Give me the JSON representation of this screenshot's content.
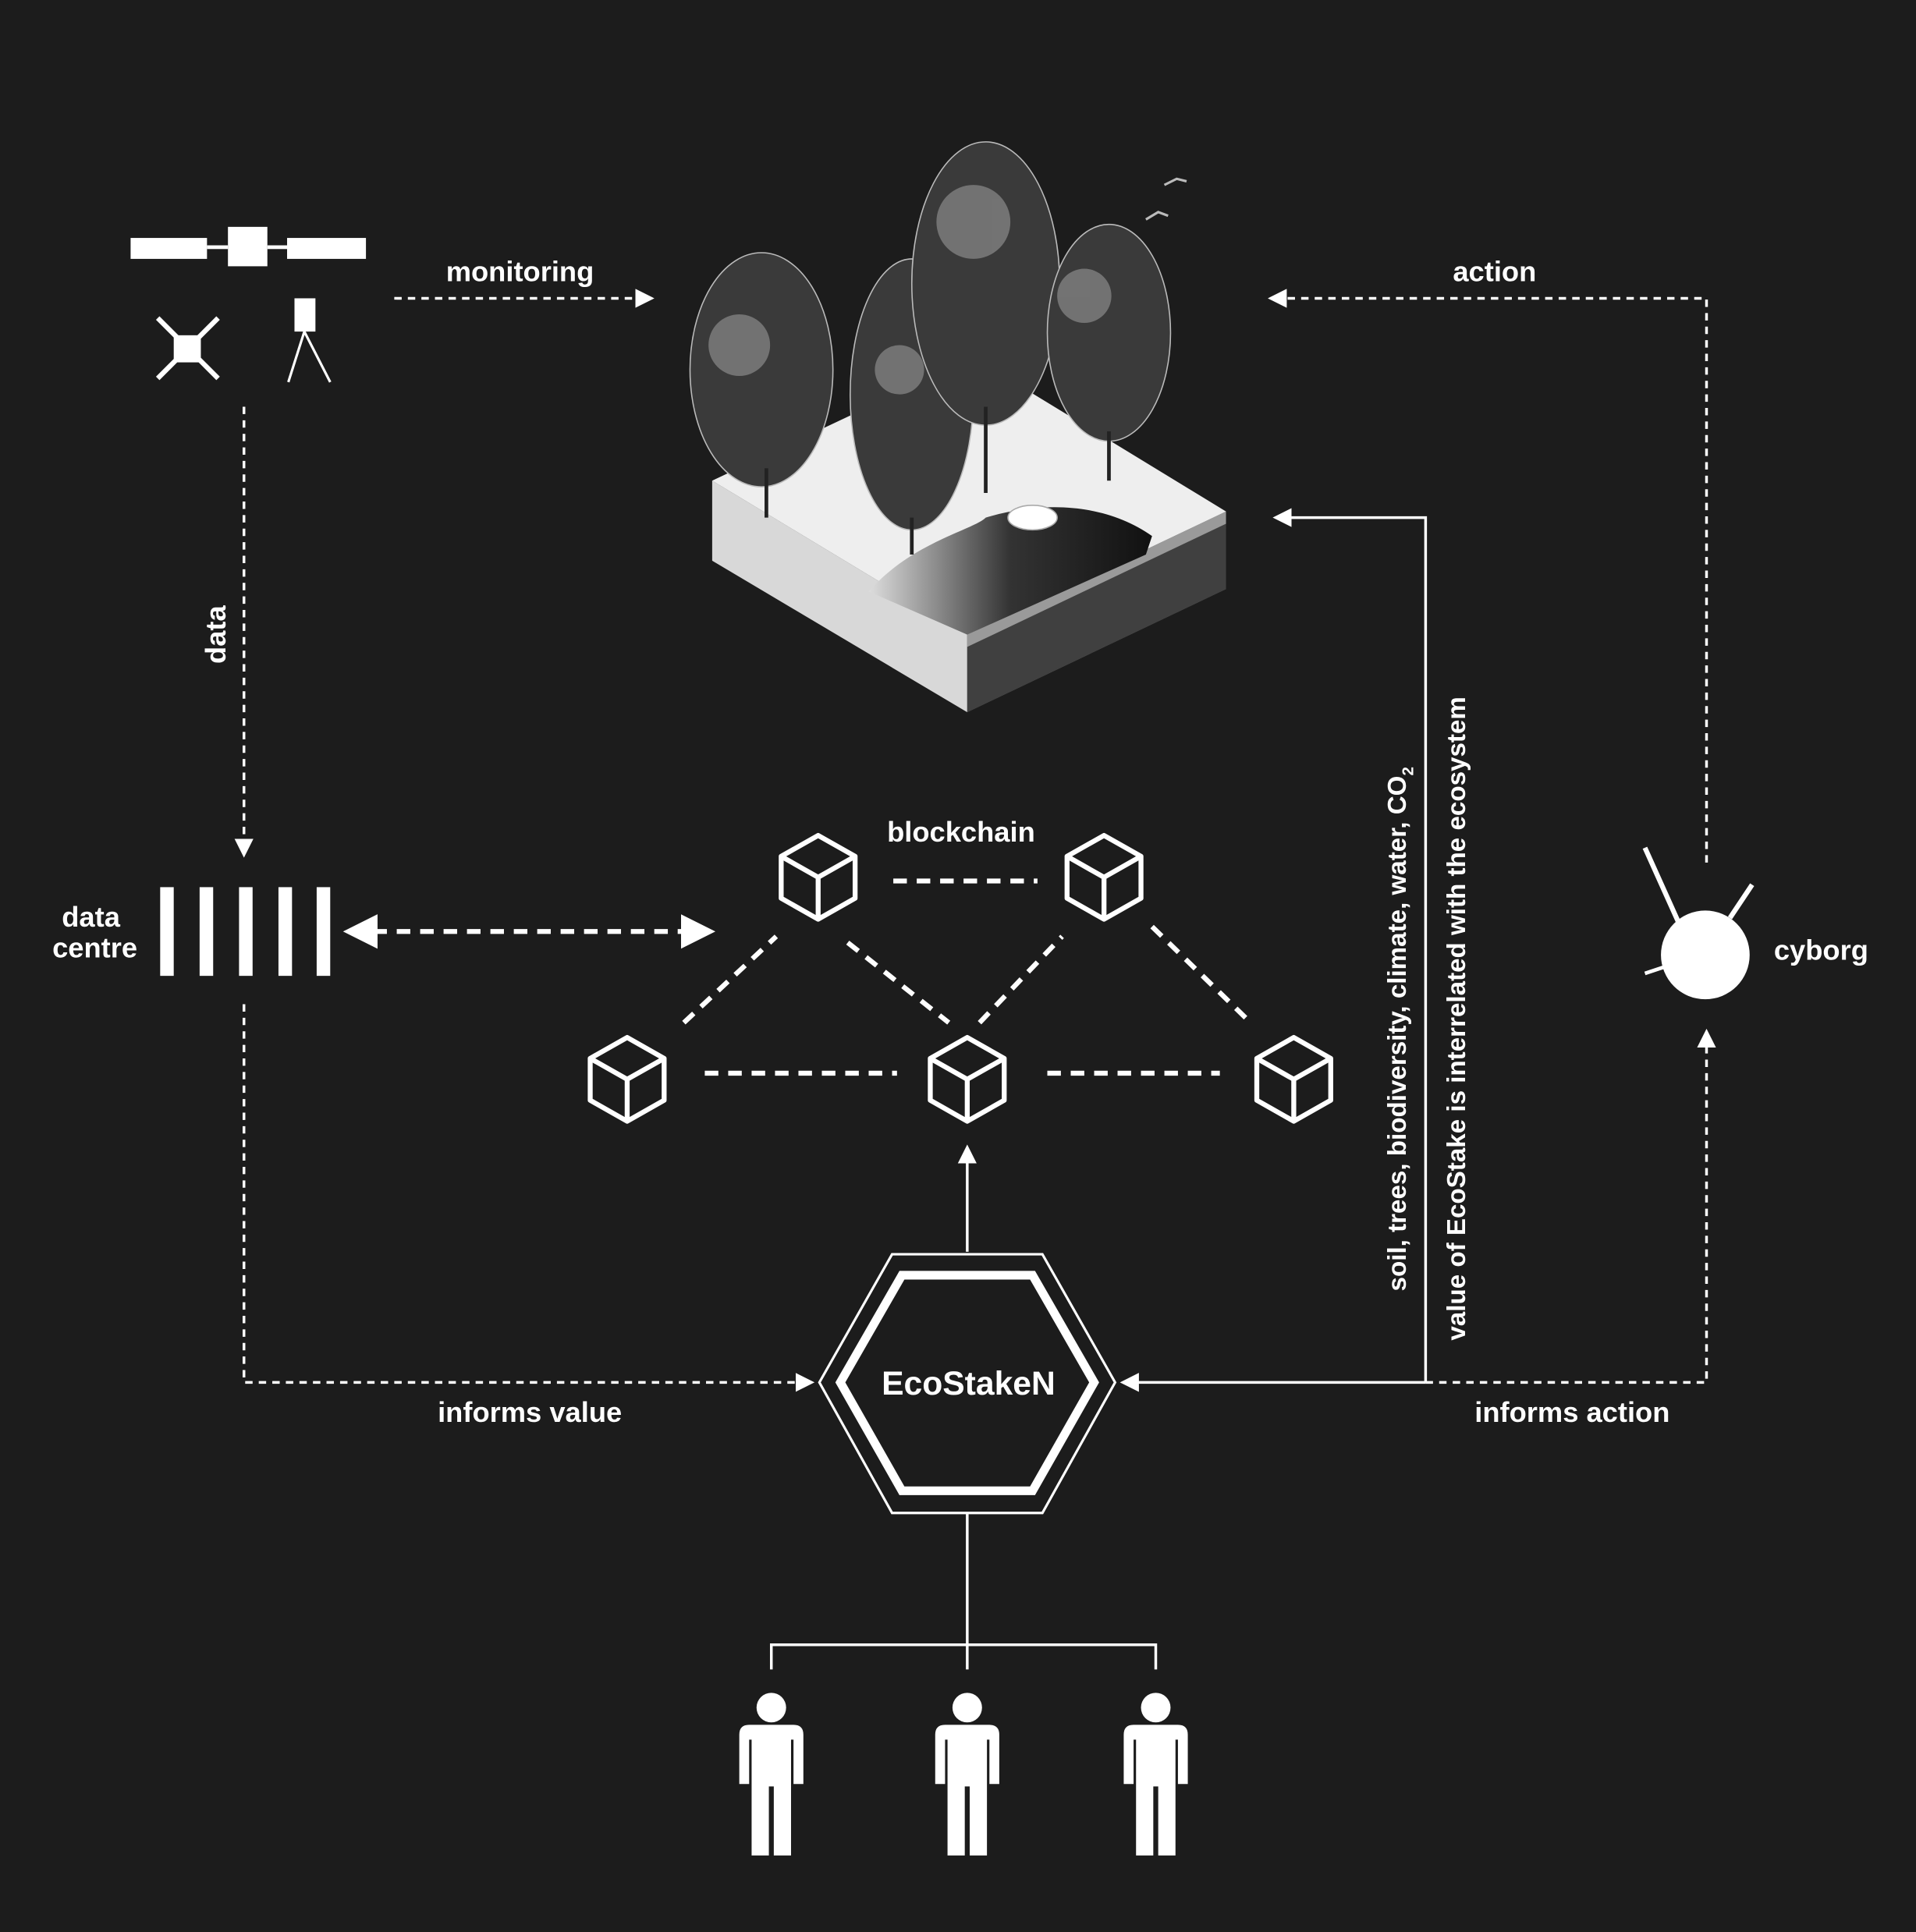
{
  "labels": {
    "monitoring": "monitoring",
    "action": "action",
    "data": "data",
    "data_centre_line1": "data",
    "data_centre_line2": "centre",
    "blockchain": "blockchain",
    "cyborg": "cyborg",
    "informs_value": "informs value",
    "informs_action": "informs action",
    "ecostaken": "EcoStakeN",
    "factors": "soil, trees, biodiversity,   climate, water, CO",
    "factors_subscript": "2",
    "interrelated": "value of EcoStake is interrelated with the ecosystem"
  },
  "colors": {
    "background": "#1c1c1c",
    "foreground": "#ffffff"
  }
}
